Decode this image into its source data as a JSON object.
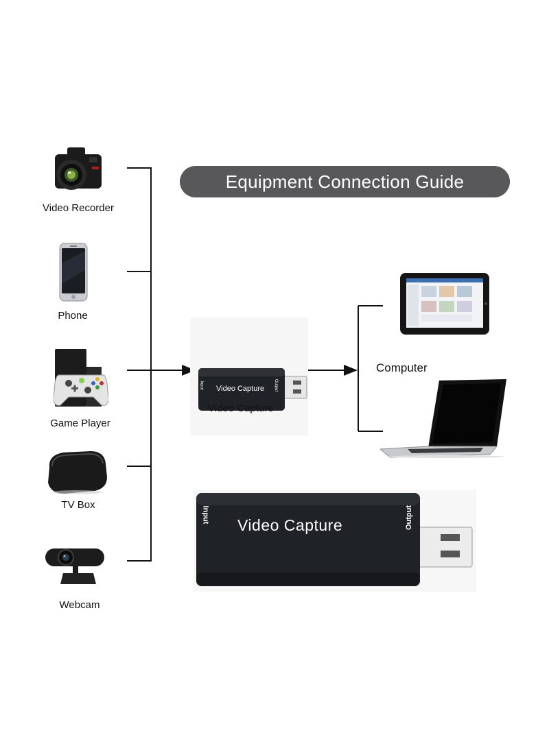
{
  "title": "Equipment Connection Guide",
  "sources": [
    {
      "label": "Video Recorder",
      "icon": "camera-icon"
    },
    {
      "label": "Phone",
      "icon": "phone-icon"
    },
    {
      "label": "Game Player",
      "icon": "game-controller-icon"
    },
    {
      "label": "TV Box",
      "icon": "tv-box-icon"
    },
    {
      "label": "Webcam",
      "icon": "webcam-icon"
    }
  ],
  "device": {
    "label": "Video Capture",
    "body_text": "Video Capture",
    "input_text": "Input",
    "output_text": "Output"
  },
  "target": {
    "label": "Computer",
    "icons": [
      "tablet-icon",
      "laptop-icon"
    ]
  },
  "colors": {
    "pill": "#58585a",
    "pill_text": "#ffffff",
    "line": "#111111",
    "device_body": "#1f2226"
  }
}
